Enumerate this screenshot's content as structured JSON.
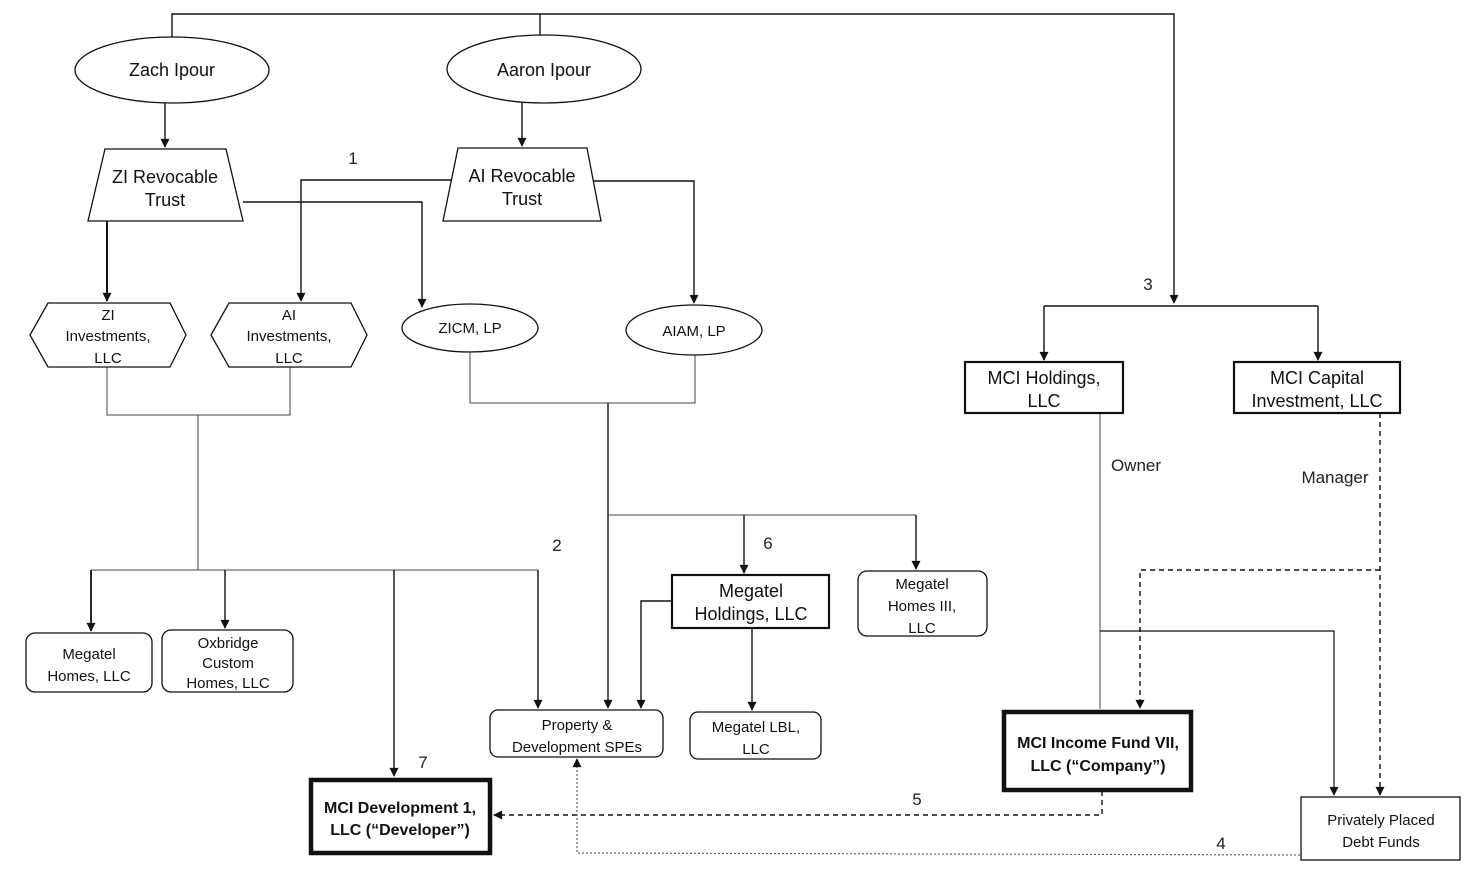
{
  "colors": {
    "line": "#111111",
    "background": "#ffffff"
  },
  "nodes": {
    "zach": {
      "lines": [
        "Zach Ipour"
      ]
    },
    "aaron": {
      "lines": [
        "Aaron Ipour"
      ]
    },
    "zi_trust": {
      "lines": [
        "ZI Revocable",
        "Trust"
      ]
    },
    "ai_trust": {
      "lines": [
        "AI Revocable",
        "Trust"
      ]
    },
    "zi_investments": {
      "lines": [
        "ZI",
        "Investments,",
        "LLC"
      ]
    },
    "ai_investments": {
      "lines": [
        "AI",
        "Investments,",
        "LLC"
      ]
    },
    "zicm": {
      "lines": [
        "ZICM, LP"
      ]
    },
    "aiam": {
      "lines": [
        "AIAM, LP"
      ]
    },
    "mci_holdings": {
      "lines": [
        "MCI Holdings,",
        "LLC"
      ]
    },
    "mci_capital": {
      "lines": [
        "MCI Capital",
        "Investment, LLC"
      ]
    },
    "megatel_homes": {
      "lines": [
        "Megatel",
        "Homes, LLC"
      ]
    },
    "oxbridge": {
      "lines": [
        "Oxbridge",
        "Custom",
        "Homes, LLC"
      ]
    },
    "megatel_holdings": {
      "lines": [
        "Megatel",
        "Holdings, LLC"
      ]
    },
    "megatel_homes_iii": {
      "lines": [
        "Megatel",
        "Homes III,",
        "LLC"
      ]
    },
    "property_spes": {
      "lines": [
        "Property &",
        "Development SPEs"
      ]
    },
    "megatel_lbl": {
      "lines": [
        "Megatel LBL,",
        "LLC"
      ]
    },
    "mci_development": {
      "lines": [
        "MCI Development 1,",
        "LLC (“Developer”)"
      ]
    },
    "mci_income_fund": {
      "lines": [
        "MCI Income Fund VII,",
        "LLC (“Company”)"
      ]
    },
    "privately_placed": {
      "lines": [
        "Privately Placed",
        "Debt Funds"
      ]
    }
  },
  "edge_labels": {
    "n1": "1",
    "n2": "2",
    "n3": "3",
    "n4": "4",
    "n5": "5",
    "n6": "6",
    "n7": "7",
    "owner": "Owner",
    "manager": "Manager"
  }
}
